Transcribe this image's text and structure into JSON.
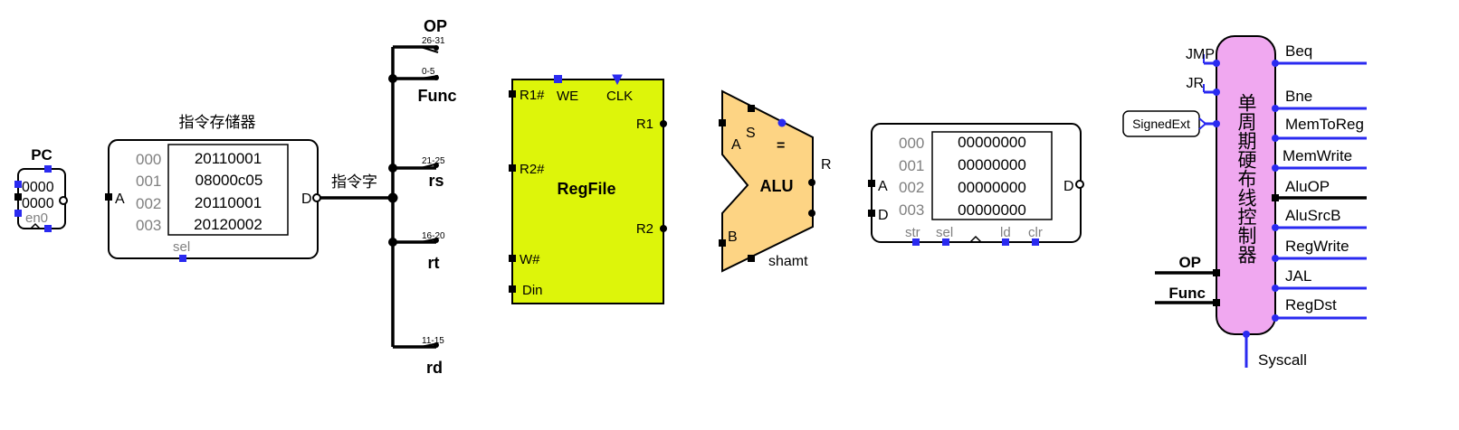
{
  "pc": {
    "title": "PC",
    "lines": [
      "0000",
      "0000"
    ],
    "en_label": "en0"
  },
  "imem": {
    "title": "指令存储器",
    "addresses": [
      "000",
      "001",
      "002",
      "003"
    ],
    "values": [
      "20110001",
      "08000c05",
      "20110001",
      "20120002"
    ],
    "port_a": "A",
    "port_d": "D",
    "sel_label": "sel"
  },
  "splitter": {
    "input_label": "指令字",
    "taps": [
      {
        "range": "26-31",
        "name": "OP"
      },
      {
        "range": "0-5",
        "name": "Func"
      },
      {
        "range": "21-25",
        "name": "rs"
      },
      {
        "range": "16-20",
        "name": "rt"
      },
      {
        "range": "11-15",
        "name": "rd"
      }
    ]
  },
  "regfile": {
    "title": "RegFile",
    "ports": {
      "r1n": "R1#",
      "we": "WE",
      "clk": "CLK",
      "r1": "R1",
      "r2n": "R2#",
      "r2": "R2",
      "wn": "W#",
      "din": "Din"
    }
  },
  "alu": {
    "title": "ALU",
    "ports": {
      "a": "A",
      "s": "S",
      "eq": "=",
      "r": "R",
      "b": "B",
      "shamt": "shamt"
    }
  },
  "register": {
    "addresses": [
      "000",
      "001",
      "002",
      "003"
    ],
    "values": [
      "00000000",
      "00000000",
      "00000000",
      "00000000"
    ],
    "port_a": "A",
    "port_d_in": "D",
    "port_d_out": "D",
    "controls": [
      "str",
      "sel",
      "ld",
      "clr"
    ]
  },
  "controller": {
    "title": "单周期硬布线控制器",
    "inputs_top": [
      "JMP",
      "JR"
    ],
    "signed_ext": "SignedExt",
    "inputs_bottom": [
      "OP",
      "Func"
    ],
    "outputs": [
      "Beq",
      "Bne",
      "MemToReg",
      "MemWrite",
      "AluOP",
      "AluSrcB",
      "RegWrite",
      "JAL",
      "RegDst"
    ],
    "bottom_output": "Syscall"
  },
  "colors": {
    "wire": "#000000",
    "port_blue": "#2a2af0",
    "regfile_fill": "#ddf50a",
    "alu_fill": "#fdd484",
    "controller_fill": "#f0a8f0",
    "dim_text": "#808080"
  }
}
